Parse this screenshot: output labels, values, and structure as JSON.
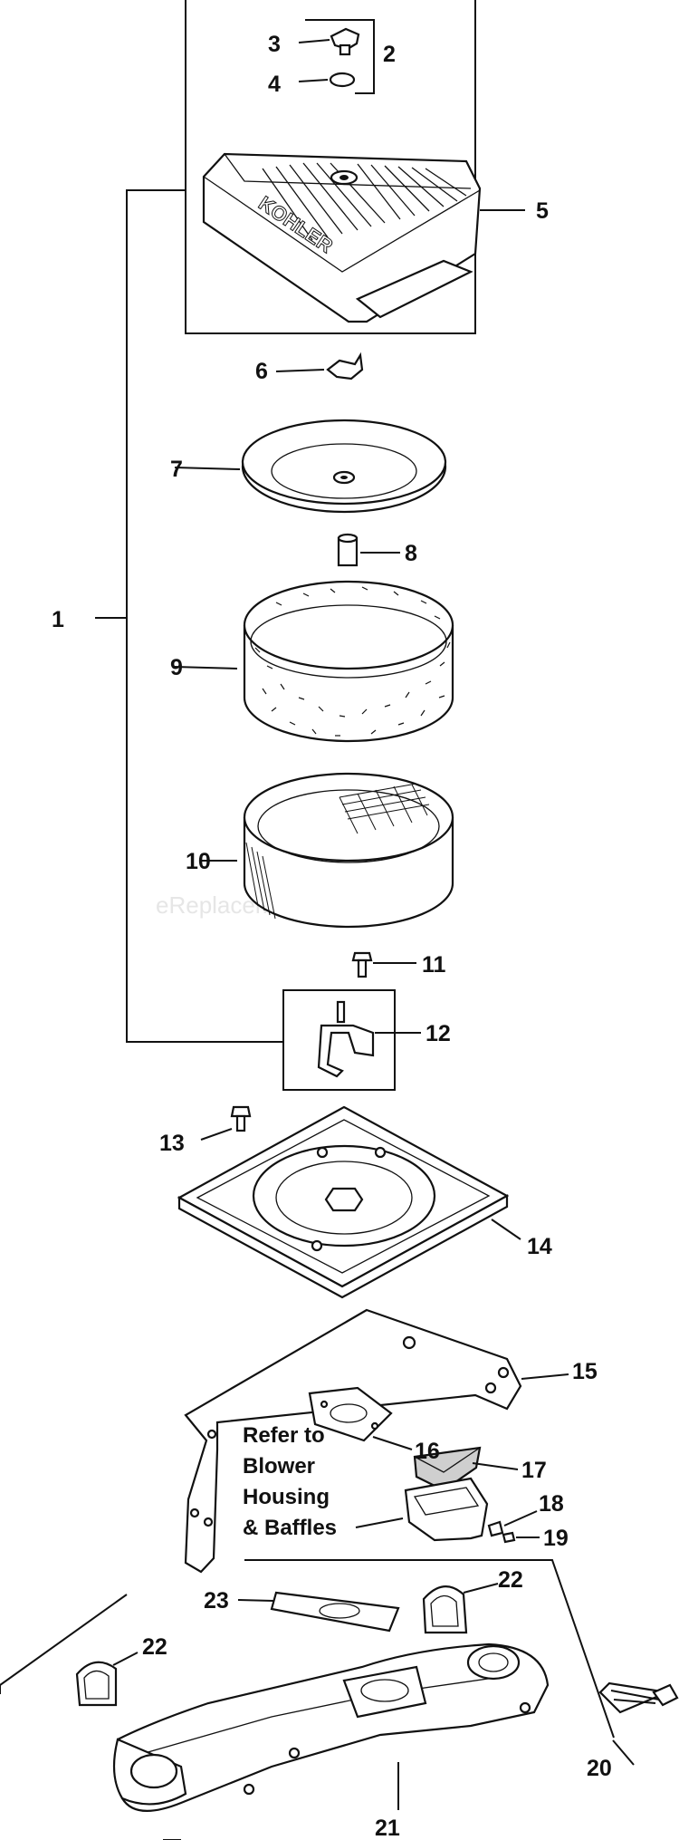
{
  "watermark": "eReplacementParts.com",
  "brand_text": "KOHLER",
  "note_lines": [
    "Refer to",
    "Blower",
    "Housing",
    "& Baffles"
  ],
  "callouts": [
    "1",
    "2",
    "3",
    "4",
    "5",
    "6",
    "7",
    "8",
    "9",
    "10",
    "11",
    "12",
    "13",
    "14",
    "15",
    "16",
    "17",
    "18",
    "19",
    "20",
    "21",
    "22",
    "22",
    "23"
  ],
  "colors": {
    "line": "#111111",
    "background": "#ffffff",
    "watermark": "#e6e6e6"
  }
}
